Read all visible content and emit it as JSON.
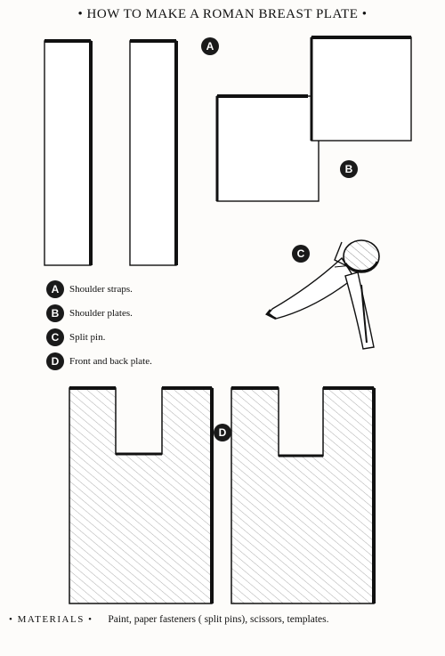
{
  "title": "• HOW TO MAKE A ROMAN BREAST PLATE •",
  "labels": {
    "a": "A",
    "b": "B",
    "c": "C",
    "d": "D"
  },
  "legend": [
    {
      "badge": "A",
      "text": "Shoulder straps."
    },
    {
      "badge": "B",
      "text": "Shoulder plates."
    },
    {
      "badge": "C",
      "text": "Split pin."
    },
    {
      "badge": "D",
      "text": "Front and back plate."
    }
  ],
  "materials": {
    "label": "• MATERIALS •",
    "text": "Paint, paper fasteners ( split pins), scissors, templates."
  },
  "colors": {
    "ink": "#111111",
    "badge": "#1a1a1a",
    "paper": "#fdfcfa"
  }
}
